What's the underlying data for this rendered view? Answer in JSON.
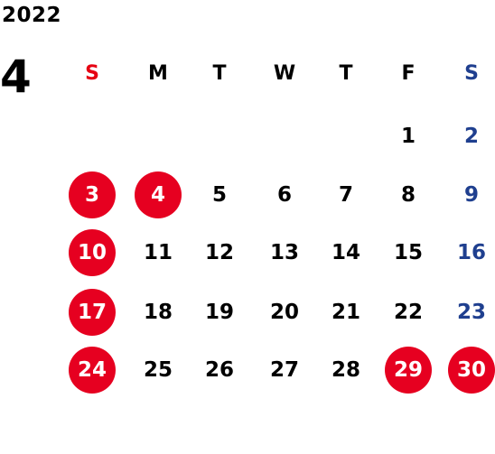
{
  "calendar": {
    "year": "2022",
    "month": "4",
    "weekdays": [
      "S",
      "M",
      "T",
      "W",
      "T",
      "F",
      "S"
    ],
    "weeks": [
      [
        "",
        "",
        "",
        "",
        "",
        "1",
        "2"
      ],
      [
        "3",
        "4",
        "5",
        "6",
        "7",
        "8",
        "9"
      ],
      [
        "10",
        "11",
        "12",
        "13",
        "14",
        "15",
        "16"
      ],
      [
        "17",
        "18",
        "19",
        "20",
        "21",
        "22",
        "23"
      ],
      [
        "24",
        "25",
        "26",
        "27",
        "28",
        "29",
        "30"
      ]
    ],
    "highlighted_days": [
      "3",
      "4",
      "10",
      "17",
      "24",
      "29",
      "30"
    ],
    "colors": {
      "sunday": "#e60012",
      "saturday": "#1f3f8f",
      "highlight": "#e60020",
      "text": "#000000"
    }
  }
}
